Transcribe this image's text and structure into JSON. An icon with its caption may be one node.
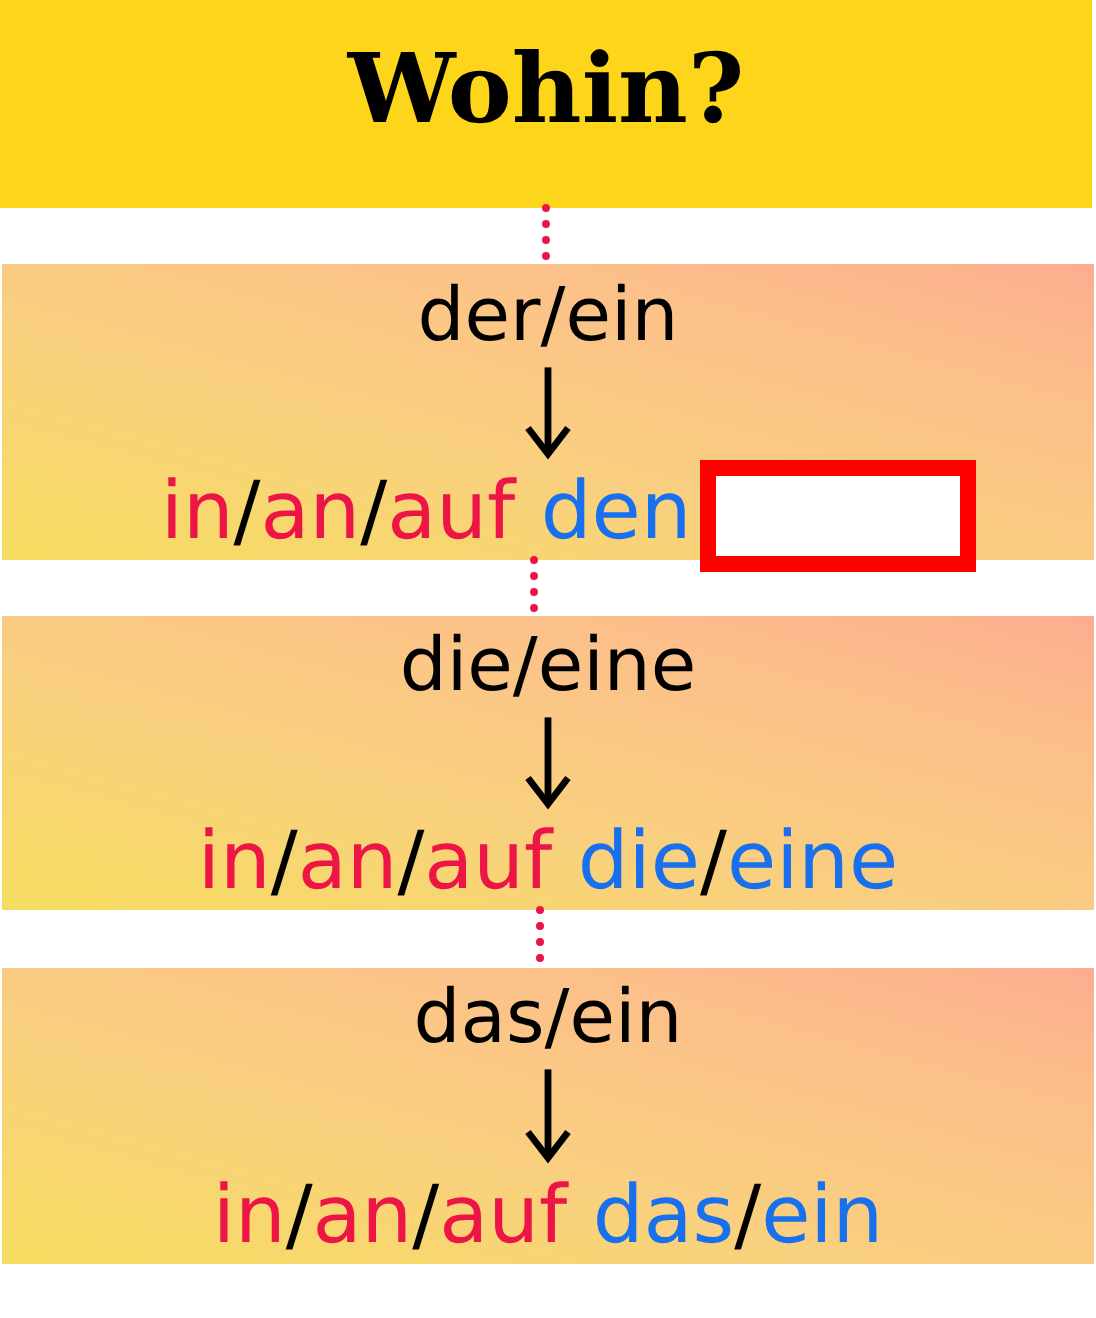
{
  "diagram": {
    "nodes": [
      {
        "text": [
          "Wohin?"
        ]
      },
      {
        "text": [],
        "shape": "box"
      },
      {
        "text": [
          "der/ein"
        ],
        "in": 1
      },
      {
        "text": [
          "in/an/auf den"
        ],
        "in": 1
      },
      {
        "text": [],
        "shape": "box",
        "in": 1
      },
      {
        "text": [],
        "shape": "box"
      },
      {
        "text": [
          "die/eine"
        ],
        "in": 5
      },
      {
        "text": [
          "in/an/auf die/eine"
        ],
        "in": 5
      },
      {
        "text": [],
        "shape": "box"
      },
      {
        "text": [
          "das/ein"
        ],
        "in": 8
      },
      {
        "text": [
          "in/an/auf das/ein"
        ],
        "in": 8
      }
    ],
    "edges": [
      {
        "from": 0,
        "to": 1,
        "arrow": "none",
        "style": "dashed",
        "color": "#e8174a"
      },
      {
        "from": 1,
        "to": 5,
        "arrow": "none",
        "style": "dashed",
        "color": "#e8174a"
      },
      {
        "from": 5,
        "to": 8,
        "arrow": "none",
        "style": "dashed",
        "color": "#e8174a"
      },
      {
        "from": 2,
        "to": 3,
        "arrow": "to",
        "color": "#000000"
      },
      {
        "from": 6,
        "to": 7,
        "arrow": "to",
        "color": "#000000"
      },
      {
        "from": 9,
        "to": 10,
        "arrow": "to",
        "color": "#000000"
      }
    ]
  }
}
